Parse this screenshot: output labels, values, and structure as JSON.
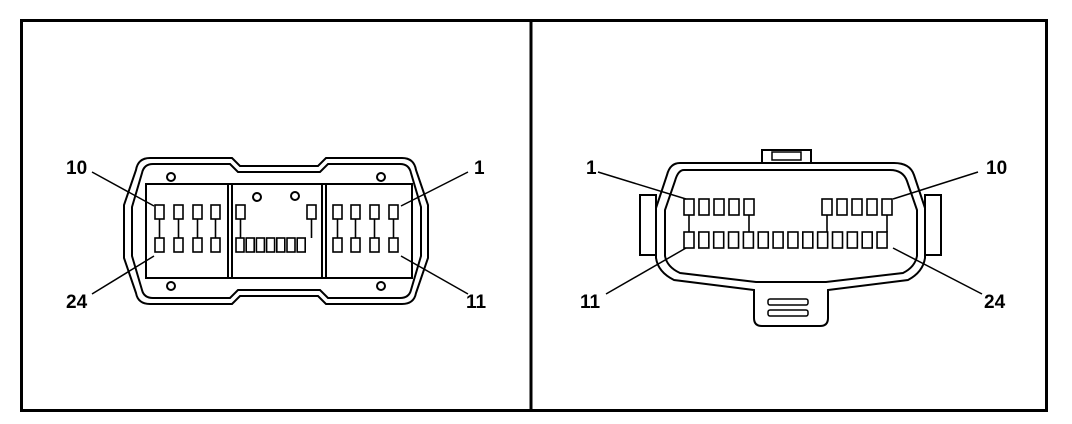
{
  "left_view": {
    "labels": {
      "top_left": "10",
      "top_right": "1",
      "bottom_left": "24",
      "bottom_right": "11"
    }
  },
  "right_view": {
    "labels": {
      "top_left": "1",
      "top_right": "10",
      "bottom_left": "11",
      "bottom_right": "24"
    }
  },
  "colors": {
    "line": "#000000",
    "background": "#ffffff"
  }
}
